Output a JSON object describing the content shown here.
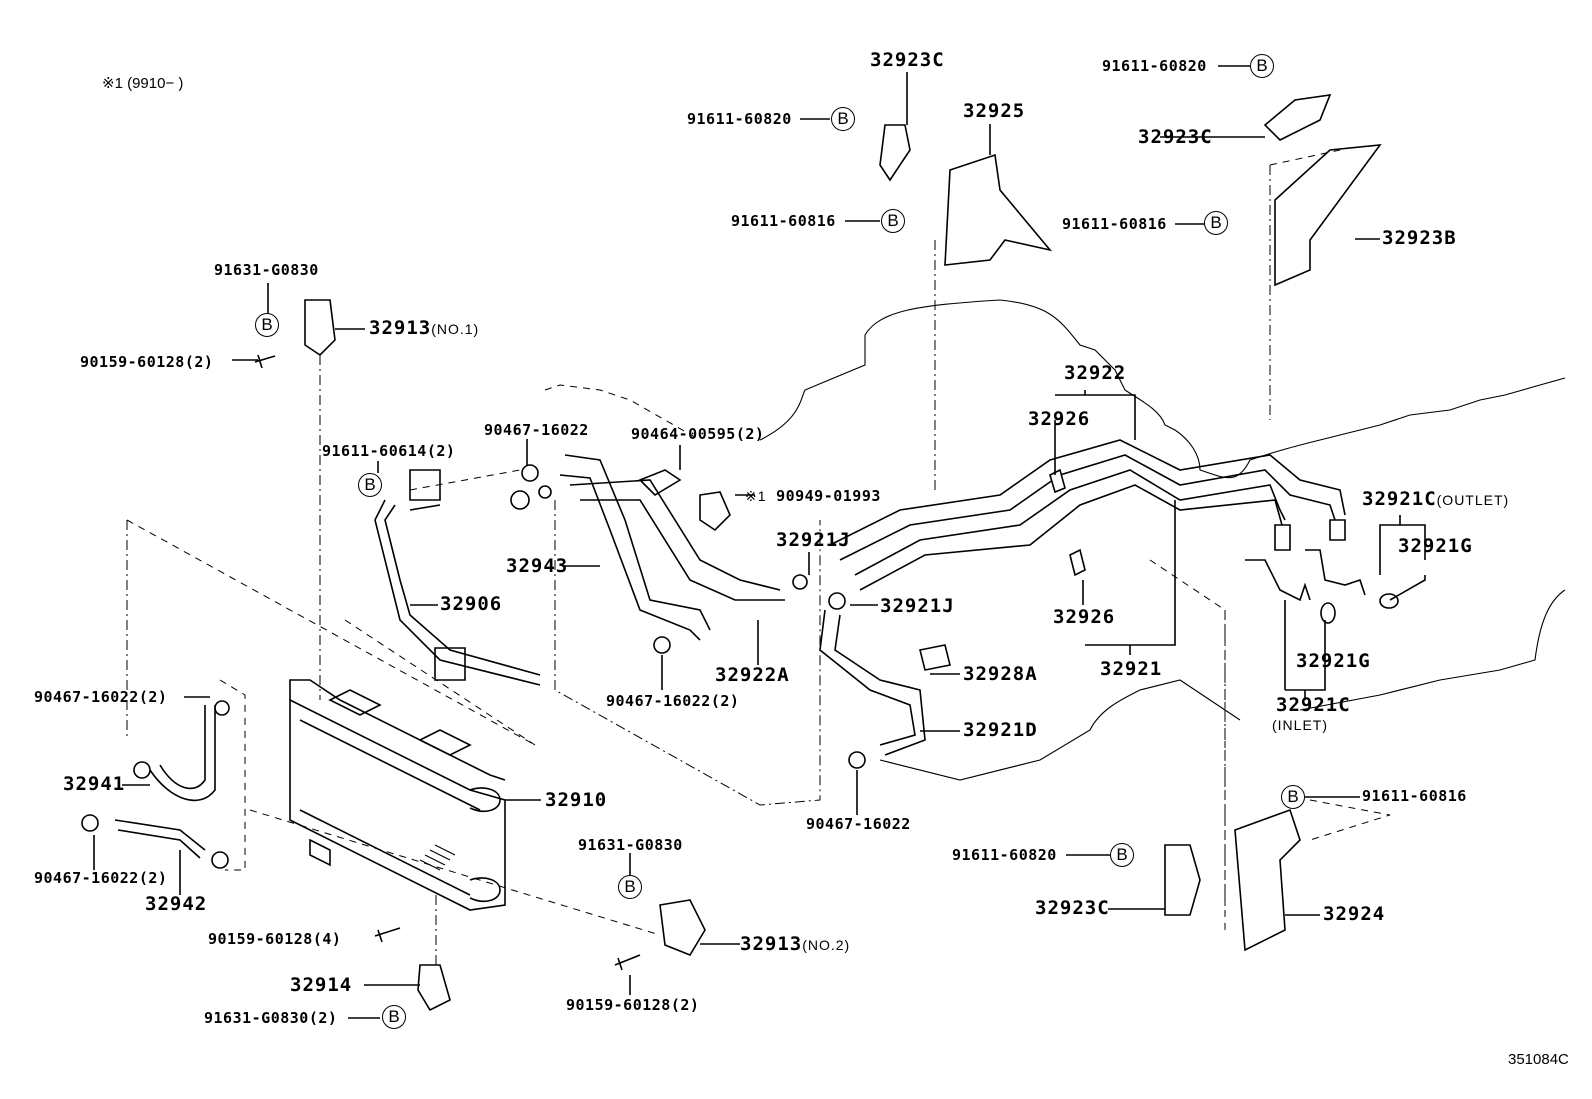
{
  "diagram": {
    "type": "exploded parts diagram",
    "subject": "Transmission oil cooler and lines",
    "note": {
      "mark": "※1",
      "text": "(9910−      )"
    },
    "reference_code": "351084C",
    "bolt_symbol": "B",
    "labels": {
      "p32923C_top": "32923C",
      "p91611_60820_top": "91611-60820",
      "p32925": "32925",
      "p91611_60816_top": "91611-60816",
      "p91611_60820_tr": "91611-60820",
      "p32923C_tr": "32923C",
      "p91611_60816_tr": "91611-60816",
      "p32923B": "32923B",
      "p91631_G0830_a": "91631-G0830",
      "p32913_no1": "32913",
      "p32913_no1_suffix": "(NO.1)",
      "p90159_60128_a": "90159-60128(2)",
      "p91611_60614": "91611-60614(2)",
      "p90467_16022_a": "90467-16022",
      "p90464_00595": "90464-00595(2)",
      "p90949_01993_mark": "※1",
      "p90949_01993": "90949-01993",
      "p32943": "32943",
      "p32906": "32906",
      "p32921J_a": "32921J",
      "p32921J_b": "32921J",
      "p32922A": "32922A",
      "p90467_16022_b": "90467-16022(2)",
      "p32928A": "32928A",
      "p32921D": "32921D",
      "p90467_16022_c": "90467-16022",
      "p32922": "32922",
      "p32926_a": "32926",
      "p32926_b": "32926",
      "p32921": "32921",
      "p32921C_outlet": "32921C",
      "p32921C_outlet_suffix": "(OUTLET)",
      "p32921G_a": "32921G",
      "p32921G_b": "32921G",
      "p32921C_inlet": "32921C",
      "p32921C_inlet_suffix": "(INLET)",
      "p90467_16022_d": "90467-16022(2)",
      "p32941": "32941",
      "p32910": "32910",
      "p90467_16022_e": "90467-16022(2)",
      "p32942": "32942",
      "p91631_G0830_b": "91631-G0830",
      "p90159_60128_b": "90159-60128(4)",
      "p32913_no2": "32913",
      "p32913_no2_suffix": "(NO.2)",
      "p32914": "32914",
      "p91631_G0830_c": "91631-G0830(2)",
      "p90159_60128_c": "90159-60128(2)",
      "p91611_60816_br": "91611-60816",
      "p91611_60820_br": "91611-60820",
      "p32923C_br": "32923C",
      "p32924": "32924"
    }
  }
}
